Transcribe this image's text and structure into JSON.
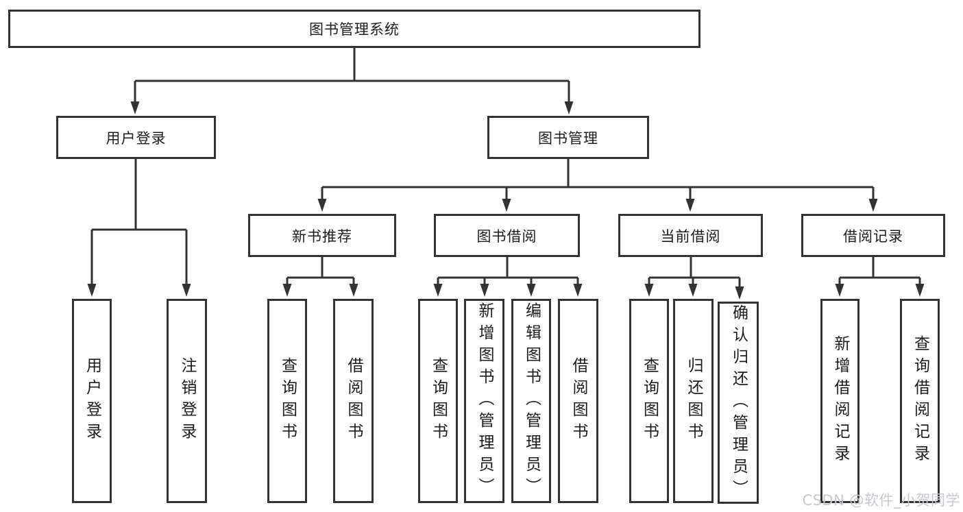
{
  "root": {
    "label": "图书管理系统"
  },
  "user_login": {
    "label": "用户登录",
    "children": [
      "用户登录",
      "注销登录"
    ]
  },
  "book_management": {
    "label": "图书管理",
    "sections": [
      {
        "label": "新书推荐",
        "children": [
          "查询图书",
          "借阅图书"
        ]
      },
      {
        "label": "图书借阅",
        "children": [
          "查询图书",
          "新增图书（管理员）",
          "编辑图书（管理员）",
          "借阅图书"
        ]
      },
      {
        "label": "当前借阅",
        "children": [
          "查询图书",
          "归还图书",
          "确认归还（管理员）"
        ]
      },
      {
        "label": "借阅记录",
        "children": [
          "新增借阅记录",
          "查询借阅记录"
        ]
      }
    ]
  },
  "watermark": {
    "text": "CSDN @软件_小贺同学"
  },
  "colors": {
    "line": "#333333",
    "text": "#1c1c1c",
    "background": "#ffffff",
    "watermark": "#c7c7cd"
  }
}
